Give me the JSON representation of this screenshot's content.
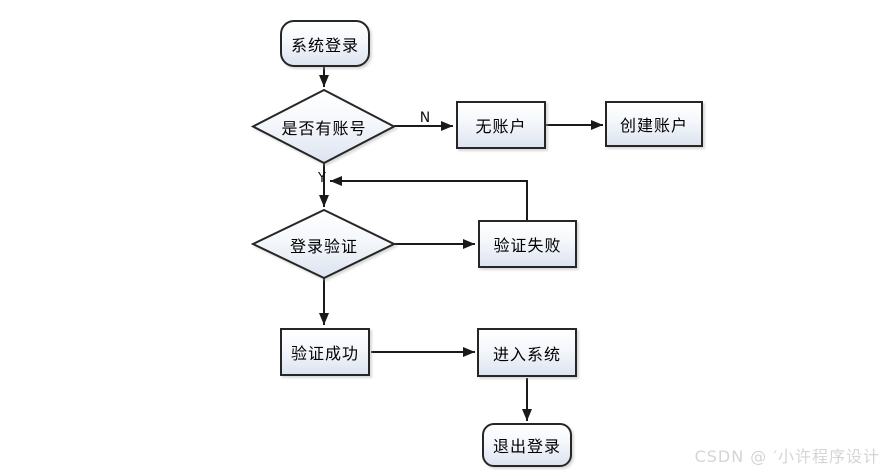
{
  "diagram": {
    "nodes": [
      {
        "id": "start",
        "type": "terminator",
        "label": "系统登录"
      },
      {
        "id": "has-account",
        "type": "decision",
        "label": "是否有账号"
      },
      {
        "id": "no-account",
        "type": "process",
        "label": "无账户"
      },
      {
        "id": "create-account",
        "type": "process",
        "label": "创建账户"
      },
      {
        "id": "login-verify",
        "type": "decision",
        "label": "登录验证"
      },
      {
        "id": "verify-fail",
        "type": "process",
        "label": "验证失败"
      },
      {
        "id": "verify-success",
        "type": "process",
        "label": "验证成功"
      },
      {
        "id": "enter-system",
        "type": "process",
        "label": "进入系统"
      },
      {
        "id": "logout",
        "type": "terminator",
        "label": "退出登录"
      }
    ],
    "edge_labels": {
      "no": "N",
      "yes": "Y"
    },
    "colors": {
      "shape_fill_top": "#ffffff",
      "shape_fill_bottom": "#dde4f0",
      "shape_border": "#262626",
      "arrow": "#1a1a1a",
      "edge_label_text": "#101010"
    }
  },
  "watermark": {
    "text": "CSDN @ ′小许程序设计",
    "color": "#d6d4d4"
  }
}
